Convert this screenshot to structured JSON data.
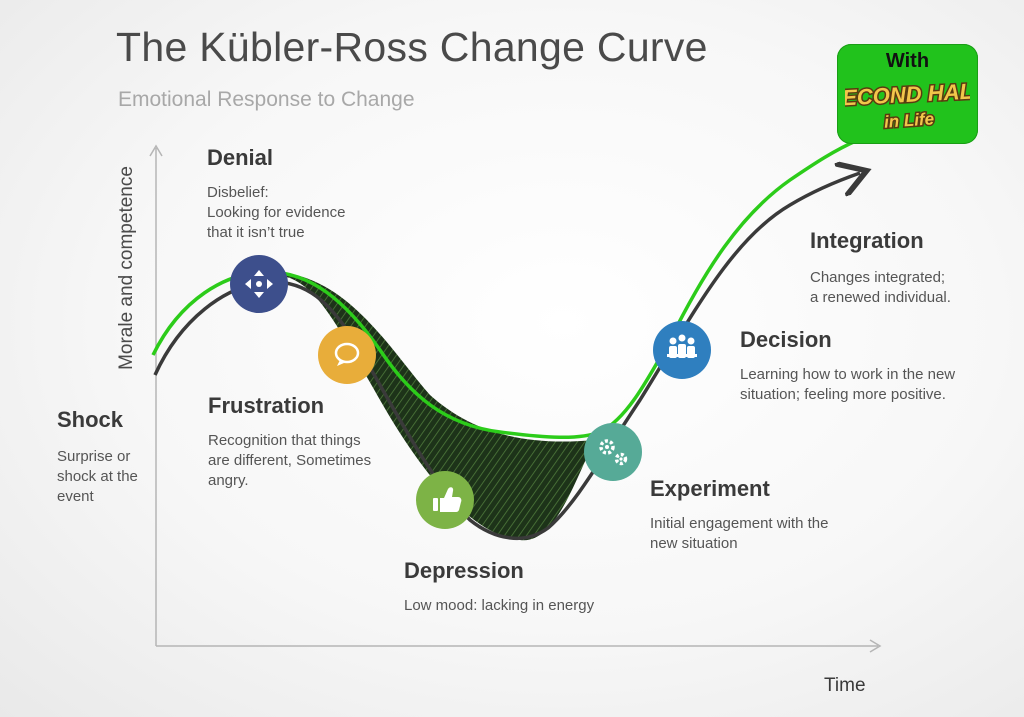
{
  "title": "The Kübler-Ross Change Curve",
  "subtitle": "Emotional Response to Change",
  "axes": {
    "y_label": "Morale and competence",
    "x_label": "Time"
  },
  "badge": {
    "with": "With",
    "logo_text": "SECOND HALF in Life"
  },
  "stages": [
    {
      "id": "shock",
      "title": "Shock",
      "lines": [
        "Surprise or",
        "shock at the",
        "event"
      ]
    },
    {
      "id": "denial",
      "title": "Denial",
      "lines": [
        "Disbelief:",
        "Looking for evidence",
        "that it isn’t true"
      ],
      "icon": "move-arrows-icon",
      "color": "#3d4f8c"
    },
    {
      "id": "frustration",
      "title": "Frustration",
      "lines": [
        "Recognition that things",
        "are different, Sometimes",
        "angry."
      ],
      "icon": "chat-bubble-icon",
      "color": "#e8ad3a"
    },
    {
      "id": "depression",
      "title": "Depression",
      "lines": [
        "Low mood: lacking in energy"
      ],
      "icon": "thumbs-up-icon",
      "color": "#7db346"
    },
    {
      "id": "experiment",
      "title": "Experiment",
      "lines": [
        "Initial engagement with the",
        "new situation"
      ],
      "icon": "gears-icon",
      "color": "#56aa97"
    },
    {
      "id": "decision",
      "title": "Decision",
      "lines": [
        "Learning how to work in the new",
        "situation; feeling more positive."
      ],
      "icon": "team-icon",
      "color": "#2f7fbf"
    },
    {
      "id": "integration",
      "title": "Integration",
      "lines": [
        "Changes integrated;",
        "a renewed individual."
      ]
    }
  ],
  "colors": {
    "accent_green": "#2ccc1a",
    "curve_dark": "#3a3a3a",
    "shade": "#1f3a1a"
  }
}
